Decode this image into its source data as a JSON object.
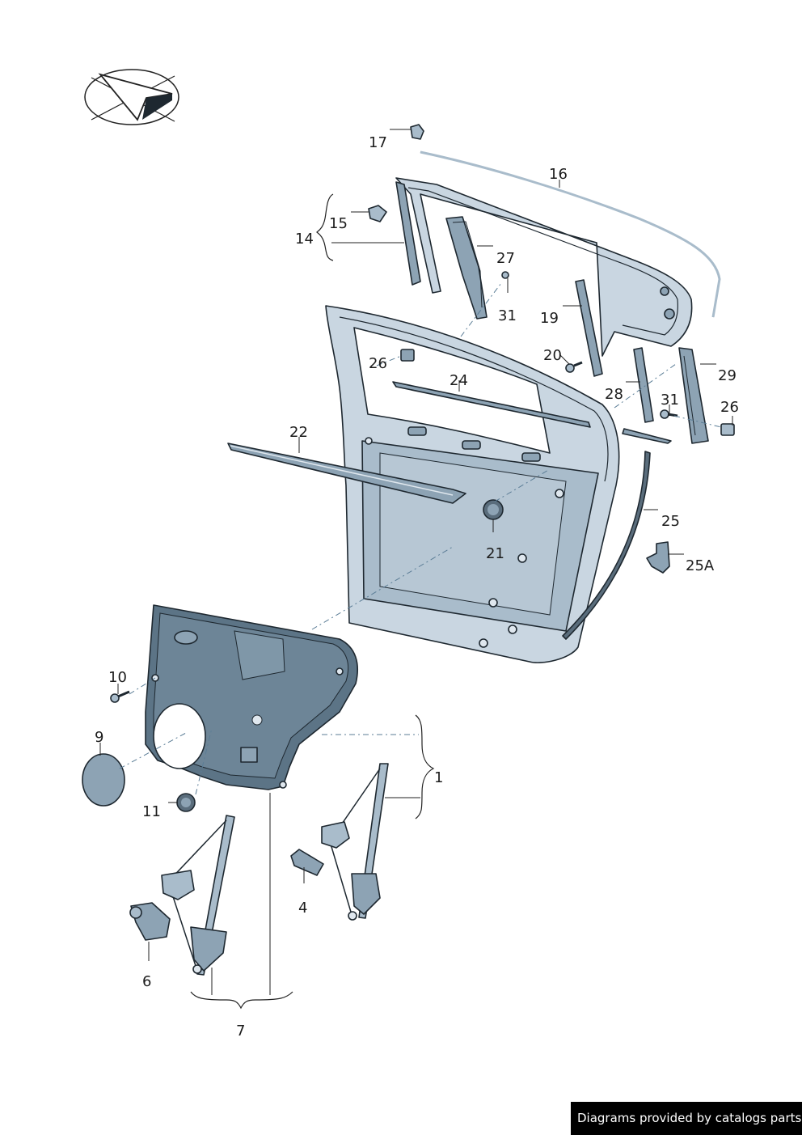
{
  "labels": {
    "p1": "1",
    "p4": "4",
    "p6": "6",
    "p7": "7",
    "p9": "9",
    "p10": "10",
    "p11": "11",
    "p14": "14",
    "p15": "15",
    "p16": "16",
    "p17": "17",
    "p19": "19",
    "p20": "20",
    "p21": "21",
    "p22": "22",
    "p24": "24",
    "p25": "25",
    "p25a": "25A",
    "p26a": "26",
    "p26b": "26",
    "p27": "27",
    "p28": "28",
    "p29": "29",
    "p31a": "31",
    "p31b": "31"
  },
  "footer": {
    "credit": "Diagrams provided by catalogs parts"
  },
  "colors": {
    "metal": "#c9d6e1",
    "metal_dark": "#8da3b4",
    "rubber": "#5a6d7c",
    "leader_dash": "#5b7d96",
    "footer_bg": "#000000",
    "footer_text": "#ffffff"
  }
}
